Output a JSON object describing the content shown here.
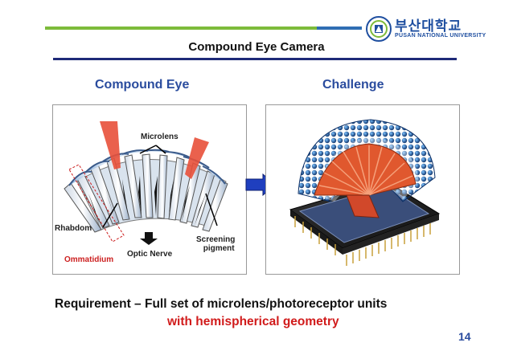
{
  "header": {
    "title": "Compound Eye Camera",
    "logo_korean": "부산대학교",
    "logo_english": "PUSAN NATIONAL UNIVERSITY",
    "colors": {
      "green_bar": "#7dbb3a",
      "blue_bar": "#2f6db3",
      "underline": "#1e2a78"
    }
  },
  "left_column": {
    "heading": "Compound Eye",
    "labels": {
      "microlens": "Microlens",
      "rhabdom": "Rhabdom",
      "ommatidium": "Ommatidium",
      "optic_nerve": "Optic Nerve",
      "screening_pigment_line1": "Screening",
      "screening_pigment_line2": "pigment"
    }
  },
  "right_column": {
    "heading": "Challenge"
  },
  "footer": {
    "requirement": "Requirement – Full set of microlens/photoreceptor units",
    "requirement_highlight": "with hemispherical geometry",
    "page_number": "14"
  }
}
